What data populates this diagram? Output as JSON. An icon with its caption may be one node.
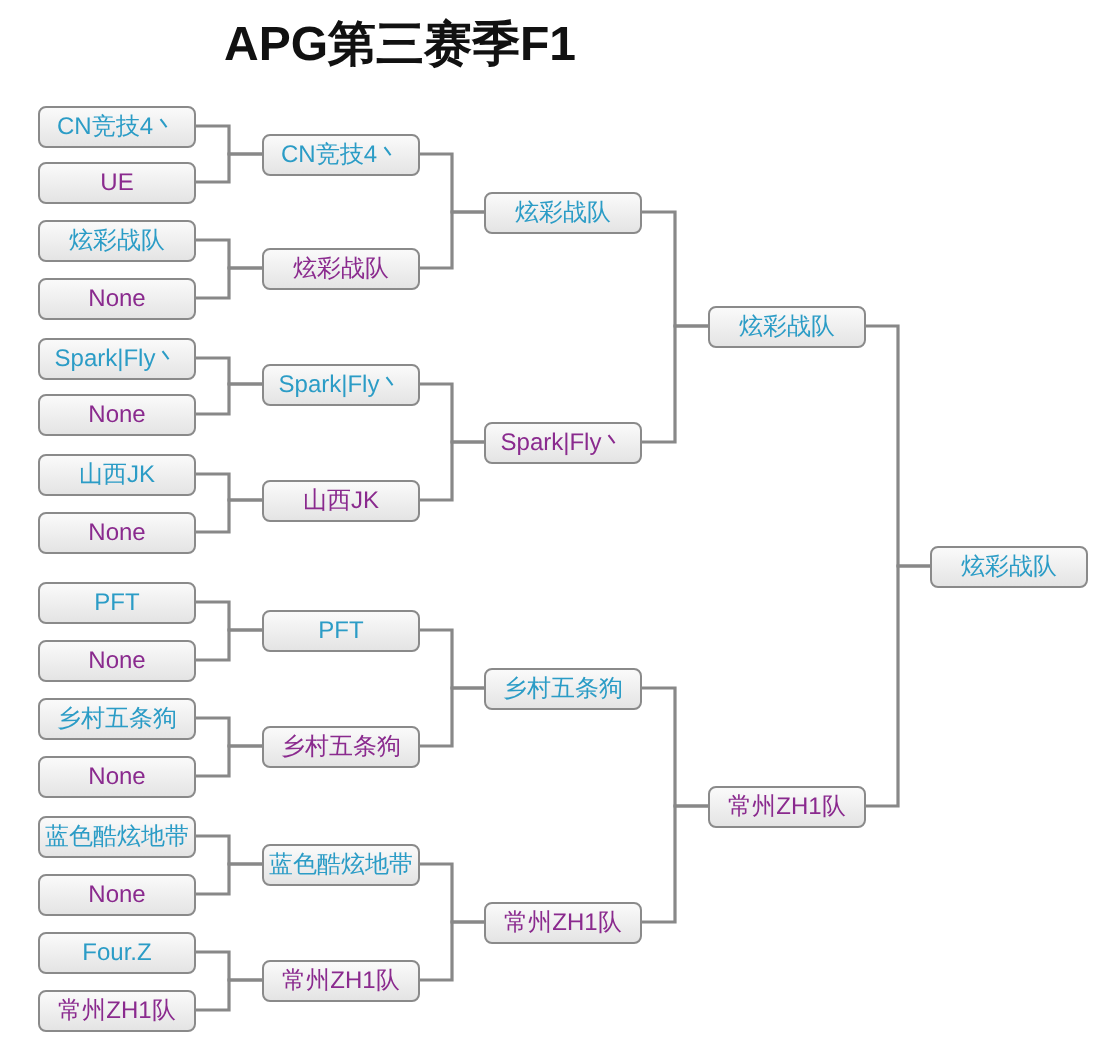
{
  "diagram": {
    "title": "APG第三赛季F1",
    "nodes": [
      {
        "text": [
          "CN竞技4丶"
        ]
      },
      {
        "text": [
          "UE"
        ]
      },
      {
        "text": [
          "炫彩战队"
        ]
      },
      {
        "text": [
          "None"
        ]
      },
      {
        "text": [
          "Spark|Fly丶"
        ]
      },
      {
        "text": [
          "None"
        ]
      },
      {
        "text": [
          "山西JK"
        ]
      },
      {
        "text": [
          "None"
        ]
      },
      {
        "text": [
          "PFT"
        ]
      },
      {
        "text": [
          "None"
        ]
      },
      {
        "text": [
          "乡村五条狗"
        ]
      },
      {
        "text": [
          "None"
        ]
      },
      {
        "text": [
          "蓝色酷炫地带"
        ]
      },
      {
        "text": [
          "None"
        ]
      },
      {
        "text": [
          "Four.Z"
        ]
      },
      {
        "text": [
          "常州ZH1队"
        ]
      },
      {
        "text": [
          "CN竞技4丶"
        ]
      },
      {
        "text": [
          "炫彩战队"
        ]
      },
      {
        "text": [
          "Spark|Fly丶"
        ]
      },
      {
        "text": [
          "山西JK"
        ]
      },
      {
        "text": [
          "PFT"
        ]
      },
      {
        "text": [
          "乡村五条狗"
        ]
      },
      {
        "text": [
          "蓝色酷炫地带"
        ]
      },
      {
        "text": [
          "常州ZH1队"
        ]
      },
      {
        "text": [
          "炫彩战队"
        ]
      },
      {
        "text": [
          "Spark|Fly丶"
        ]
      },
      {
        "text": [
          "乡村五条狗"
        ]
      },
      {
        "text": [
          "常州ZH1队"
        ]
      },
      {
        "text": [
          "炫彩战队"
        ]
      },
      {
        "text": [
          "常州ZH1队"
        ]
      },
      {
        "text": [
          "炫彩战队"
        ]
      }
    ],
    "edges": [
      {
        "from": 0,
        "to": 16,
        "arrow": "none"
      },
      {
        "from": 1,
        "to": 16,
        "arrow": "none"
      },
      {
        "from": 2,
        "to": 17,
        "arrow": "none"
      },
      {
        "from": 3,
        "to": 17,
        "arrow": "none"
      },
      {
        "from": 4,
        "to": 18,
        "arrow": "none"
      },
      {
        "from": 5,
        "to": 18,
        "arrow": "none"
      },
      {
        "from": 6,
        "to": 19,
        "arrow": "none"
      },
      {
        "from": 7,
        "to": 19,
        "arrow": "none"
      },
      {
        "from": 8,
        "to": 20,
        "arrow": "none"
      },
      {
        "from": 9,
        "to": 20,
        "arrow": "none"
      },
      {
        "from": 10,
        "to": 21,
        "arrow": "none"
      },
      {
        "from": 11,
        "to": 21,
        "arrow": "none"
      },
      {
        "from": 12,
        "to": 22,
        "arrow": "none"
      },
      {
        "from": 13,
        "to": 22,
        "arrow": "none"
      },
      {
        "from": 14,
        "to": 23,
        "arrow": "none"
      },
      {
        "from": 15,
        "to": 23,
        "arrow": "none"
      },
      {
        "from": 16,
        "to": 24,
        "arrow": "none"
      },
      {
        "from": 17,
        "to": 24,
        "arrow": "none"
      },
      {
        "from": 18,
        "to": 25,
        "arrow": "none"
      },
      {
        "from": 19,
        "to": 25,
        "arrow": "none"
      },
      {
        "from": 20,
        "to": 26,
        "arrow": "none"
      },
      {
        "from": 21,
        "to": 26,
        "arrow": "none"
      },
      {
        "from": 22,
        "to": 27,
        "arrow": "none"
      },
      {
        "from": 23,
        "to": 27,
        "arrow": "none"
      },
      {
        "from": 24,
        "to": 28,
        "arrow": "none"
      },
      {
        "from": 25,
        "to": 28,
        "arrow": "none"
      },
      {
        "from": 26,
        "to": 29,
        "arrow": "none"
      },
      {
        "from": 27,
        "to": 29,
        "arrow": "none"
      },
      {
        "from": 28,
        "to": 30,
        "arrow": "none"
      },
      {
        "from": 29,
        "to": 30,
        "arrow": "none"
      }
    ]
  }
}
